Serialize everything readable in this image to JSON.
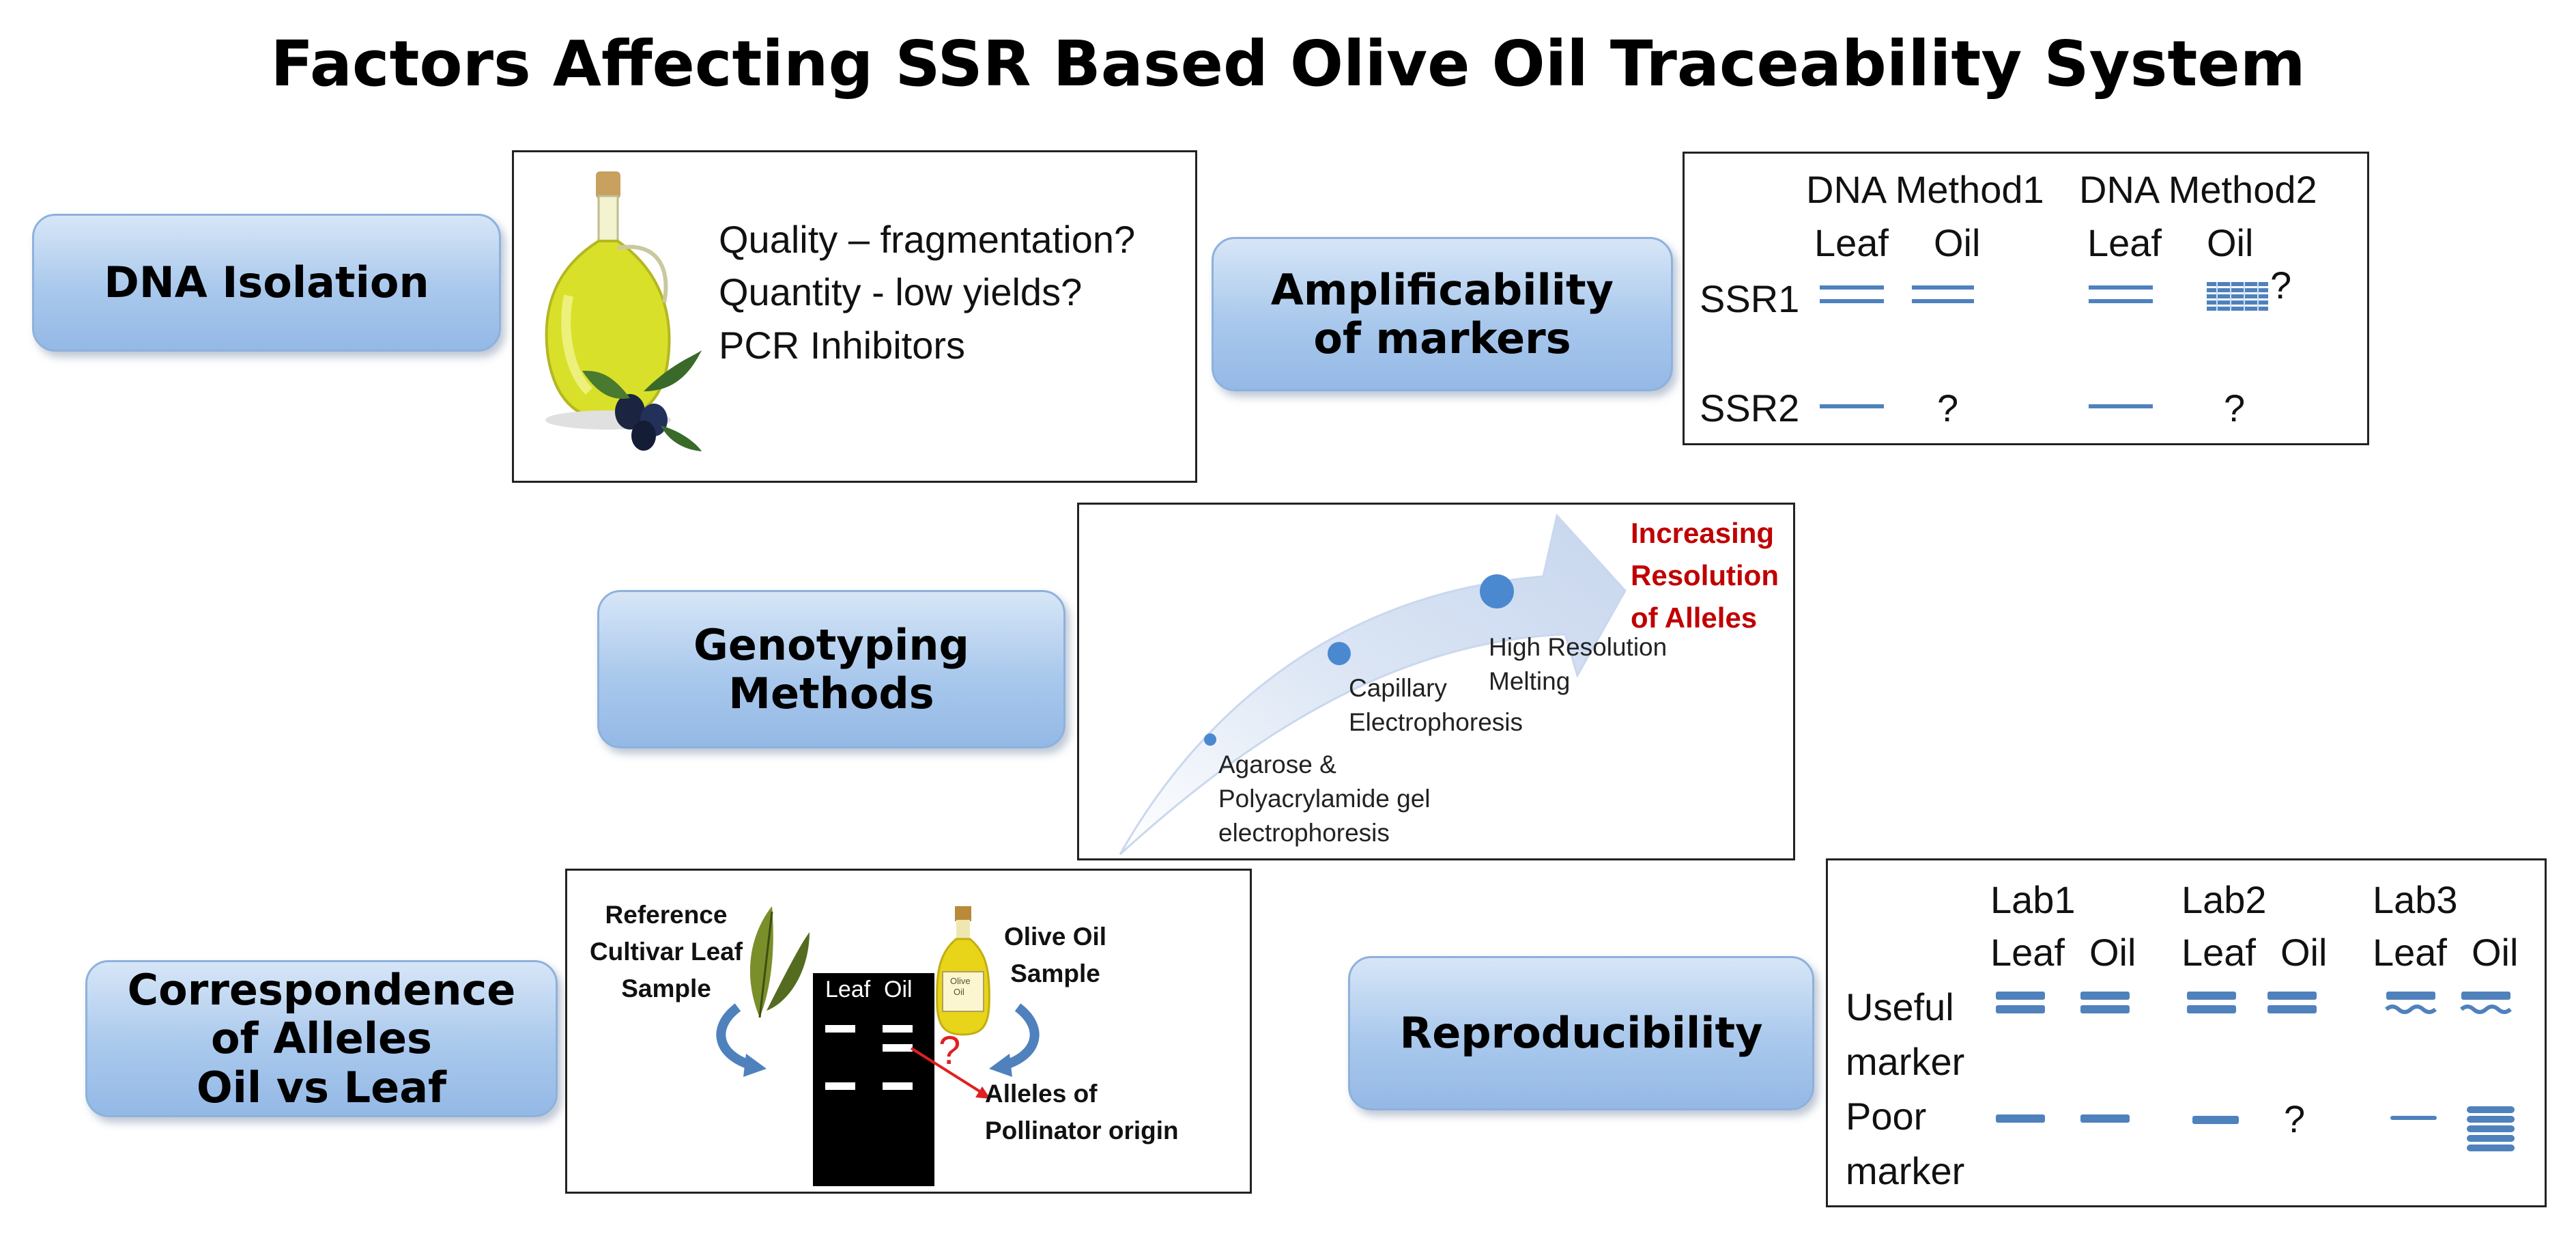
{
  "title": "Factors Affecting SSR Based Olive Oil Traceability System",
  "factors": {
    "dna_isolation": "DNA Isolation",
    "amplificability": [
      "Amplificability",
      "of markers"
    ],
    "genotyping": [
      "Genotyping",
      "Methods"
    ],
    "correspondence": [
      "Correspondence",
      "of Alleles",
      "Oil vs Leaf"
    ],
    "reproducibility": "Reproducibility"
  },
  "dna_isolation_panel": {
    "issues": [
      "Quality – fragmentation?",
      "Quantity - low yields?",
      "PCR Inhibitors"
    ]
  },
  "amplificability_panel": {
    "method1": "DNA Method1",
    "method2": "DNA Method2",
    "leaf": "Leaf",
    "oil": "Oil",
    "rows": [
      "SSR1",
      "SSR2"
    ],
    "unknown": "?"
  },
  "genotyping_panel": {
    "methods": [
      [
        "Agarose &",
        "Polyacrylamide gel",
        "electrophoresis"
      ],
      [
        "Capillary",
        "Electrophoresis"
      ],
      [
        "High Resolution",
        "Melting"
      ]
    ],
    "arrow_label": [
      "Increasing",
      "Resolution",
      "of Alleles"
    ]
  },
  "correspondence_panel": {
    "reference_label": [
      "Reference",
      "Cultivar Leaf",
      "Sample"
    ],
    "oil_label": [
      "Olive Oil",
      "Sample"
    ],
    "gel_leaf": "Leaf",
    "gel_oil": "Oil",
    "question": "?",
    "pollinator_label": [
      "Alleles of",
      "Pollinator origin"
    ],
    "bottle_label": [
      "Olive",
      "Oil"
    ]
  },
  "reproducibility_panel": {
    "labs": [
      "Lab1",
      "Lab2",
      "Lab3"
    ],
    "leaf": "Leaf",
    "oil": "Oil",
    "useful": [
      "Useful",
      "marker"
    ],
    "poor": [
      "Poor",
      "marker"
    ],
    "unknown": "?"
  },
  "colors": {
    "band_blue": "#4f81bd",
    "question_red": "#e02020",
    "arrow_text_red": "#c00000",
    "factor_fill": "#a9c8ec"
  }
}
